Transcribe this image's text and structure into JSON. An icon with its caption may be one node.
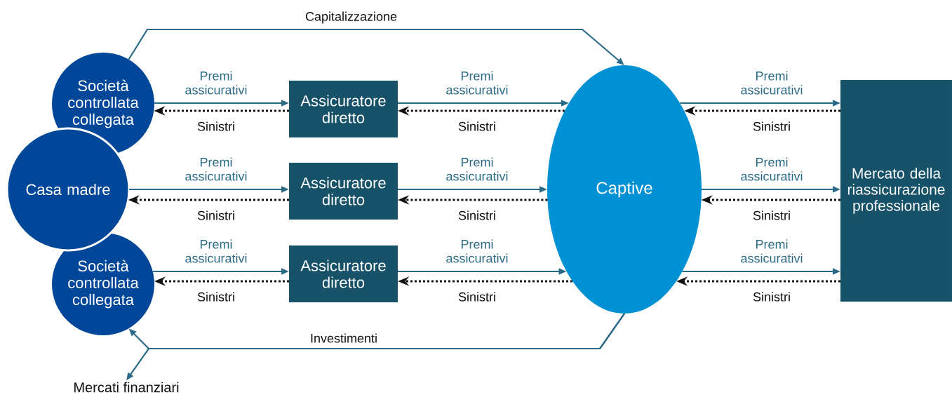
{
  "diagram": {
    "nodes": [
      {
        "text": [
          "Società controllata collegata"
        ]
      },
      {
        "text": [
          "Casa madre"
        ]
      },
      {
        "text": [
          "Società controllata collegata"
        ]
      },
      {
        "text": [
          "Assicuratore diretto"
        ]
      },
      {
        "text": [
          "Assicuratore diretto"
        ]
      },
      {
        "text": [
          "Assicuratore diretto"
        ]
      },
      {
        "text": [
          "Captive"
        ]
      },
      {
        "text": [
          "Mercato della riassicurazione professionale"
        ]
      },
      {
        "text": [
          "Mercati finanziari"
        ]
      }
    ],
    "edges": [
      {
        "from": 0,
        "to": 3,
        "arrow": "to",
        "label": "Premi assicurativi"
      },
      {
        "from": 3,
        "to": 0,
        "arrow": "to",
        "label": "Sinistri",
        "style": "dashed",
        "color": "#111111"
      },
      {
        "from": 3,
        "to": 6,
        "arrow": "to",
        "label": "Premi assicurativi"
      },
      {
        "from": 6,
        "to": 3,
        "arrow": "to",
        "label": "Sinistri",
        "style": "dashed",
        "color": "#111111"
      },
      {
        "from": 6,
        "to": 7,
        "arrow": "to",
        "label": "Premi assicurativi"
      },
      {
        "from": 7,
        "to": 6,
        "arrow": "to",
        "label": "Sinistri",
        "style": "dashed",
        "color": "#111111"
      },
      {
        "from": 1,
        "to": 4,
        "arrow": "to",
        "label": "Premi assicurativi"
      },
      {
        "from": 4,
        "to": 1,
        "arrow": "to",
        "label": "Sinistri",
        "style": "dashed",
        "color": "#111111"
      },
      {
        "from": 4,
        "to": 6,
        "arrow": "to",
        "label": "Premi assicurativi"
      },
      {
        "from": 6,
        "to": 4,
        "arrow": "to",
        "label": "Sinistri",
        "style": "dashed",
        "color": "#111111"
      },
      {
        "from": 6,
        "to": 7,
        "arrow": "to",
        "label": "Premi assicurativi"
      },
      {
        "from": 7,
        "to": 6,
        "arrow": "to",
        "label": "Sinistri",
        "style": "dashed",
        "color": "#111111"
      },
      {
        "from": 2,
        "to": 5,
        "arrow": "to",
        "label": "Premi assicurativi"
      },
      {
        "from": 5,
        "to": 2,
        "arrow": "to",
        "label": "Sinistri",
        "style": "dashed",
        "color": "#111111"
      },
      {
        "from": 5,
        "to": 6,
        "arrow": "to",
        "label": "Premi assicurativi"
      },
      {
        "from": 6,
        "to": 5,
        "arrow": "to",
        "label": "Sinistri",
        "style": "dashed",
        "color": "#111111"
      },
      {
        "from": 6,
        "to": 7,
        "arrow": "to",
        "label": "Premi assicurativi"
      },
      {
        "from": 7,
        "to": 6,
        "arrow": "to",
        "label": "Sinistri",
        "style": "dashed",
        "color": "#111111"
      },
      {
        "from": 0,
        "to": 6,
        "arrow": "to",
        "label": "Capitalizzazione"
      },
      {
        "from": 6,
        "to": 2,
        "arrow": "to",
        "label": "Investimenti"
      },
      {
        "from": 6,
        "to": 8,
        "arrow": "to"
      }
    ]
  }
}
